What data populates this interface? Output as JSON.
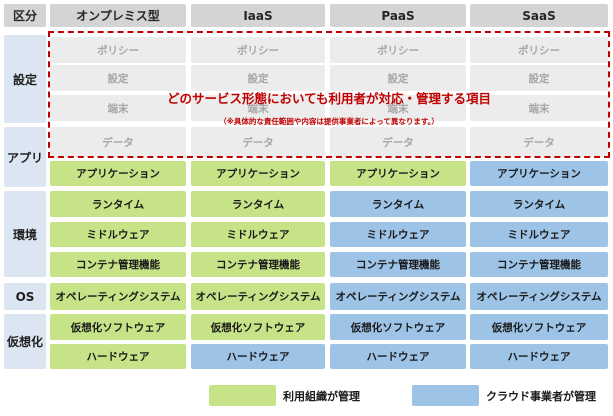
{
  "header": {
    "category": "区分",
    "columns": [
      "オンプレミス型",
      "IaaS",
      "PaaS",
      "SaaS"
    ]
  },
  "row_groups": {
    "settings": "設定",
    "app": "アプリ",
    "env": "環境",
    "os": "OS",
    "virt": "仮想化"
  },
  "rows": [
    {
      "label": "ポリシー",
      "owners": [
        "none",
        "none",
        "none",
        "none"
      ]
    },
    {
      "label": "設定",
      "owners": [
        "none",
        "none",
        "none",
        "none"
      ]
    },
    {
      "label": "端末",
      "owners": [
        "none",
        "none",
        "none",
        "none"
      ]
    },
    {
      "label": "データ",
      "owners": [
        "none",
        "none",
        "none",
        "none"
      ]
    },
    {
      "label": "アプリケーション",
      "owners": [
        "user",
        "user",
        "user",
        "provider"
      ]
    },
    {
      "label": "ランタイム",
      "owners": [
        "user",
        "user",
        "provider",
        "provider"
      ]
    },
    {
      "label": "ミドルウェア",
      "owners": [
        "user",
        "user",
        "provider",
        "provider"
      ]
    },
    {
      "label": "コンテナ管理機能",
      "owners": [
        "user",
        "user",
        "provider",
        "provider"
      ]
    },
    {
      "label": "オペレーティングシステム",
      "owners": [
        "user",
        "user",
        "provider",
        "provider"
      ]
    },
    {
      "label": "仮想化ソフトウェア",
      "owners": [
        "user",
        "user",
        "provider",
        "provider"
      ]
    },
    {
      "label": "ハードウェア",
      "owners": [
        "user",
        "provider",
        "provider",
        "provider"
      ]
    }
  ],
  "overlay": {
    "main": "どのサービス形態においても利用者が対応・管理する項目",
    "sub": "（※具体的な責任範囲や内容は提供事業者によって異なります。）"
  },
  "legend": {
    "user_label": "利用組織が管理",
    "provider_label": "クラウド事業者が管理"
  },
  "colors": {
    "user": "#c6e388",
    "provider": "#9dc3e6",
    "none": "#ececec",
    "highlight": "#c00000"
  }
}
